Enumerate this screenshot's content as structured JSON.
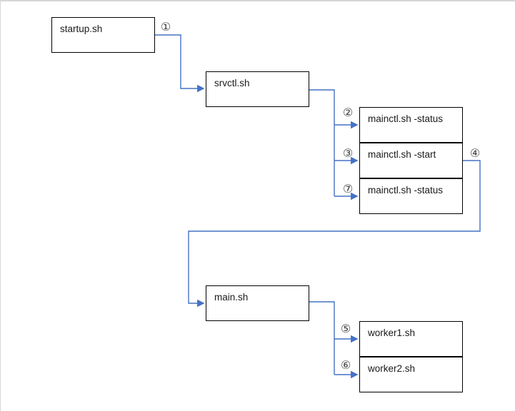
{
  "page": {
    "background_color": "#ffffff",
    "frame_line_color": "#d6d6d6"
  },
  "diagram": {
    "type": "flowchart",
    "colors": {
      "connector": "#4472c4",
      "node_border": "#000000",
      "node_fill": "#ffffff",
      "node_text": "#1a1a1a",
      "step_label_text": "#404040"
    },
    "nodes": [
      {
        "label": "startup.sh"
      },
      {
        "label": "srvctl.sh"
      },
      {
        "label": "mainctl.sh -status"
      },
      {
        "label": "mainctl.sh -start"
      },
      {
        "label": "mainctl.sh -status"
      },
      {
        "label": "main.sh"
      },
      {
        "label": "worker1.sh"
      },
      {
        "label": "worker2.sh"
      }
    ],
    "step_labels": [
      {
        "symbol": "①"
      },
      {
        "symbol": "②"
      },
      {
        "symbol": "③"
      },
      {
        "symbol": "④"
      },
      {
        "symbol": "⑤"
      },
      {
        "symbol": "⑥"
      },
      {
        "symbol": "⑦"
      }
    ]
  }
}
